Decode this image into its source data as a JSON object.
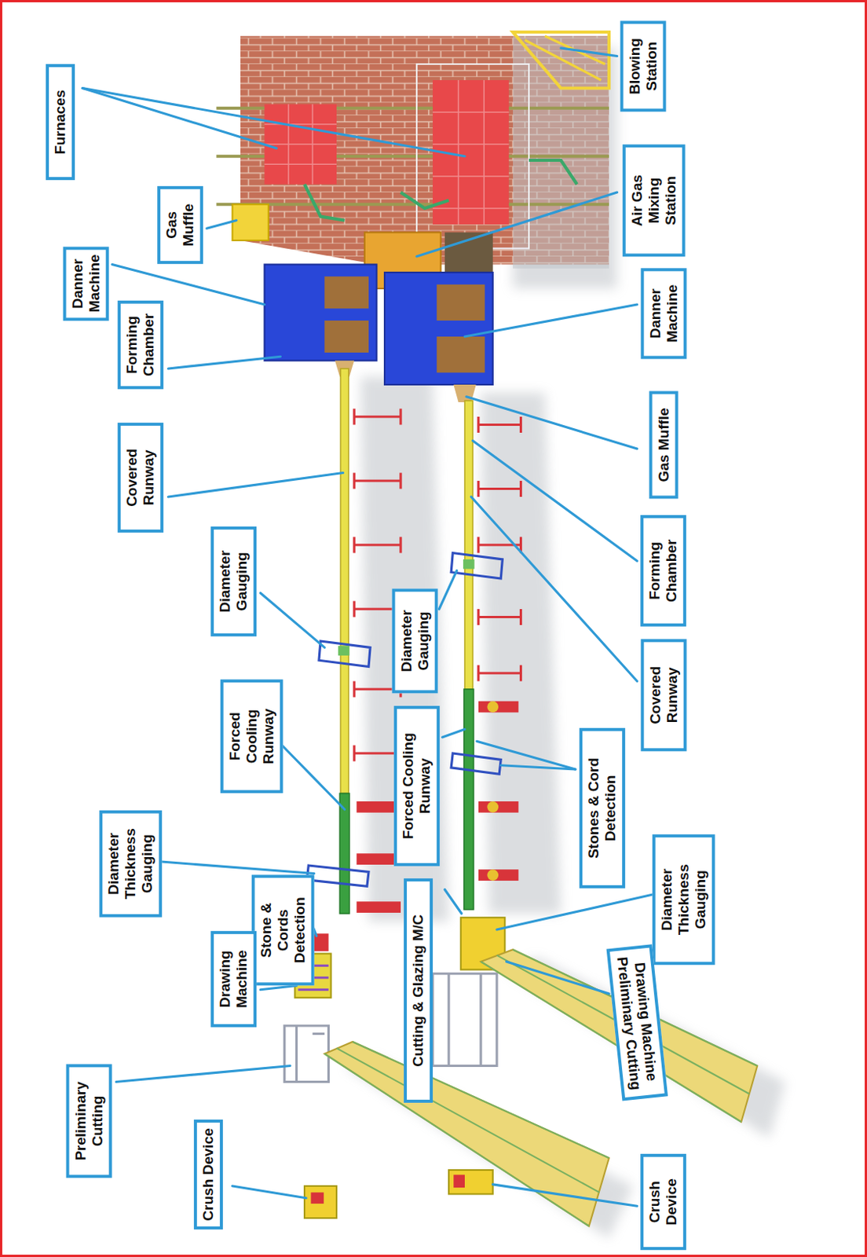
{
  "diagram": {
    "nodes": [
      {
        "text": [
          "Furnaces"
        ]
      },
      {
        "text": [
          "Danner Machine"
        ]
      },
      {
        "text": [
          "Gas Muffle"
        ]
      },
      {
        "text": [
          "Forming Chamber"
        ]
      },
      {
        "text": [
          "Covered Runway"
        ]
      },
      {
        "text": [
          "Diameter Gauging"
        ]
      },
      {
        "text": [
          "Forced Cooling Runway"
        ]
      },
      {
        "text": [
          "Diameter Thickness Gauging"
        ]
      },
      {
        "text": [
          "Stone & Cords Detection"
        ]
      },
      {
        "text": [
          "Drawing Machine"
        ]
      },
      {
        "text": [
          "Preliminary Cutting"
        ]
      },
      {
        "text": [
          "Crush Device"
        ]
      },
      {
        "text": [
          "Blowing Station"
        ]
      },
      {
        "text": [
          "Air Gas Mixing Station"
        ]
      },
      {
        "text": [
          "Danner Machine"
        ]
      },
      {
        "text": [
          "Gas Muffle"
        ]
      },
      {
        "text": [
          "Forming Chamber"
        ]
      },
      {
        "text": [
          "Covered Runway"
        ]
      },
      {
        "text": [
          "Diameter Gauging"
        ]
      },
      {
        "text": [
          "Forced Cooling Runway"
        ]
      },
      {
        "text": [
          "Stones & Cord Detection"
        ]
      },
      {
        "text": [
          "Diameter Thickness Gauging"
        ]
      },
      {
        "text": [
          "Cutting & Glazing M/C"
        ]
      },
      {
        "text": [
          "Drawing Machine",
          "Preliminary Cutting"
        ]
      },
      {
        "text": [
          "Crush Device"
        ]
      }
    ]
  }
}
